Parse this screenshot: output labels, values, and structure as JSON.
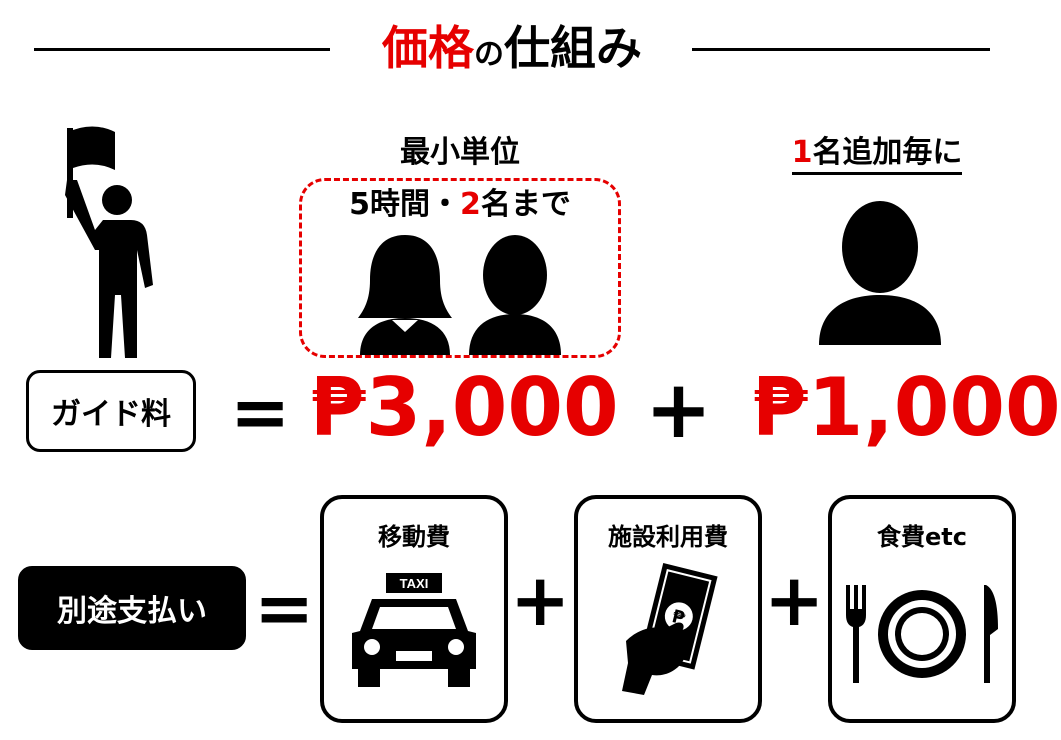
{
  "title": {
    "part1": "価格",
    "part2": "の",
    "part3": "仕組み"
  },
  "minimum": {
    "heading": "最小単位",
    "line_num1": "5",
    "line_mid": "時間・",
    "line_num2": "2",
    "line_end": "名まで"
  },
  "extra": {
    "num": "1",
    "text": "名追加毎に"
  },
  "guide_fee": {
    "label": "ガイド料",
    "equals": "=",
    "base_price": "₱3,000",
    "plus": "+",
    "extra_price": "₱1,000"
  },
  "separate": {
    "label": "別途支払い",
    "equals": "=",
    "plus": "+"
  },
  "cards": [
    {
      "label": "移動費",
      "icon": "taxi-icon",
      "sign": "TAXI"
    },
    {
      "label": "施設利用費",
      "icon": "cash-hand-icon",
      "sign": "₱"
    },
    {
      "label": "食費etc",
      "icon": "dining-icon"
    }
  ],
  "colors": {
    "accent": "#e60000",
    "text": "#000000"
  }
}
